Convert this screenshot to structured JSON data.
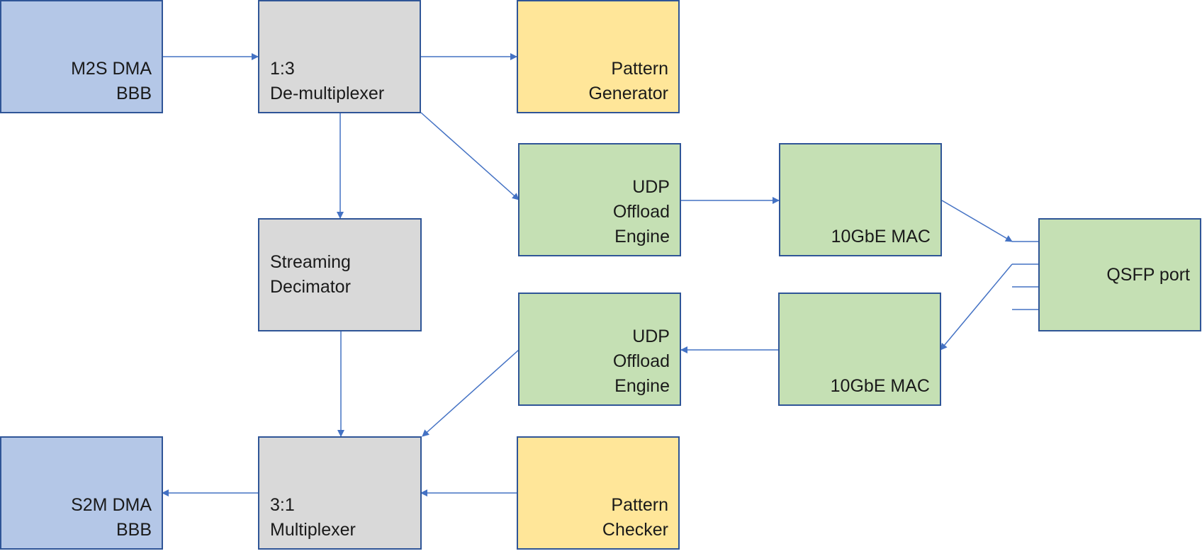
{
  "colors": {
    "border": "#2f5597",
    "arrow": "#4472c4",
    "dma_fill": "#b4c7e7",
    "mux_fill": "#d9d9d9",
    "pattern_fill": "#ffe699",
    "network_fill": "#c5e0b4"
  },
  "blocks": {
    "m2s_dma": {
      "line1": "M2S DMA",
      "line2": "BBB"
    },
    "demux": {
      "line1": "1:3",
      "line2": "De-multiplexer"
    },
    "pattern_generator": {
      "line1": "Pattern",
      "line2": "Generator"
    },
    "udp_tx": {
      "line1": "UDP",
      "line2": "Offload",
      "line3": "Engine"
    },
    "mac_tx": {
      "line1": "10GbE MAC"
    },
    "qsfp": {
      "line1": "QSFP port"
    },
    "decimator": {
      "line1": "Streaming",
      "line2": "Decimator"
    },
    "udp_rx": {
      "line1": "UDP",
      "line2": "Offload",
      "line3": "Engine"
    },
    "mac_rx": {
      "line1": "10GbE MAC"
    },
    "s2m_dma": {
      "line1": "S2M DMA",
      "line2": "BBB"
    },
    "mux": {
      "line1": "3:1",
      "line2": "Multiplexer"
    },
    "pattern_checker": {
      "line1": "Pattern",
      "line2": "Checker"
    }
  }
}
